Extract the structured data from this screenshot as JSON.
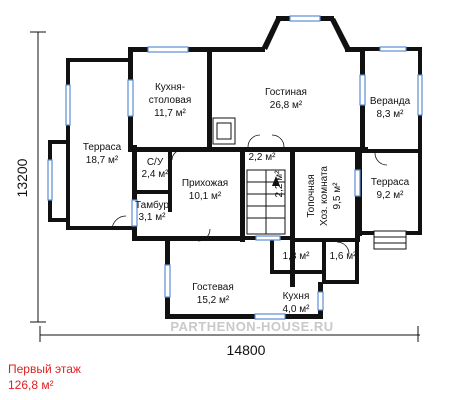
{
  "dimensions": {
    "width_total": "14800",
    "height_total": "13200"
  },
  "rooms": {
    "kitchen_dining": {
      "name_line1": "Кухня-",
      "name_line2": "столовая",
      "area": "11,7 м²"
    },
    "living": {
      "name": "Гостиная",
      "area": "26,8 м²"
    },
    "veranda": {
      "name": "Веранда",
      "area": "8,3 м²"
    },
    "terrace_left": {
      "name": "Терраса",
      "area": "18,7 м²"
    },
    "wc": {
      "name": "С/У",
      "area": "2,4 м²"
    },
    "hall": {
      "name": "Прихожая",
      "area": "10,1 м²"
    },
    "vestibule": {
      "name": "Тамбур",
      "area": "3,1 м²"
    },
    "corridor": {
      "area": "2,2 м²"
    },
    "stair_area": {
      "area": "2,2 м²"
    },
    "boiler": {
      "name_line1": "Топочная",
      "name_line2": "Хоз. комната",
      "area": "9,5 м²"
    },
    "terrace_right": {
      "name": "Терраса",
      "area": "9,2 м²"
    },
    "small_1": {
      "area": "1,8 м²"
    },
    "small_2": {
      "area": "1,6 м²"
    },
    "guest": {
      "name": "Гостевая",
      "area": "15,2 м²"
    },
    "kitchen": {
      "name": "Кухня",
      "area": "4,0 м²"
    }
  },
  "watermark": "PARTHENON-HOUSE.RU",
  "caption": {
    "floor": "Первый этаж",
    "total_area": "126,8 м²"
  },
  "colors": {
    "wall": "#111111",
    "window": "#5b8fd6",
    "caption": "#e02020",
    "watermark": "#c9c9c9"
  }
}
